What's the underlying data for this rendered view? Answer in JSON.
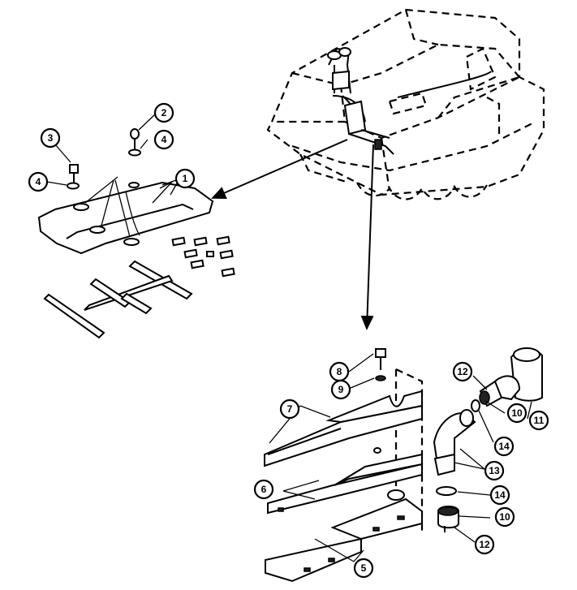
{
  "callouts": [
    {
      "id": "callout-1",
      "label": "1"
    },
    {
      "id": "callout-2",
      "label": "2"
    },
    {
      "id": "callout-3",
      "label": "3"
    },
    {
      "id": "callout-4a",
      "label": "4"
    },
    {
      "id": "callout-4b",
      "label": "4"
    },
    {
      "id": "callout-5",
      "label": "5"
    },
    {
      "id": "callout-6",
      "label": "6"
    },
    {
      "id": "callout-7",
      "label": "7"
    },
    {
      "id": "callout-8",
      "label": "8"
    },
    {
      "id": "callout-9",
      "label": "9"
    },
    {
      "id": "callout-10a",
      "label": "10"
    },
    {
      "id": "callout-10b",
      "label": "10"
    },
    {
      "id": "callout-11",
      "label": "11"
    },
    {
      "id": "callout-12a",
      "label": "12"
    },
    {
      "id": "callout-12b",
      "label": "12"
    },
    {
      "id": "callout-13",
      "label": "13"
    },
    {
      "id": "callout-14a",
      "label": "14"
    },
    {
      "id": "callout-14b",
      "label": "14"
    }
  ]
}
